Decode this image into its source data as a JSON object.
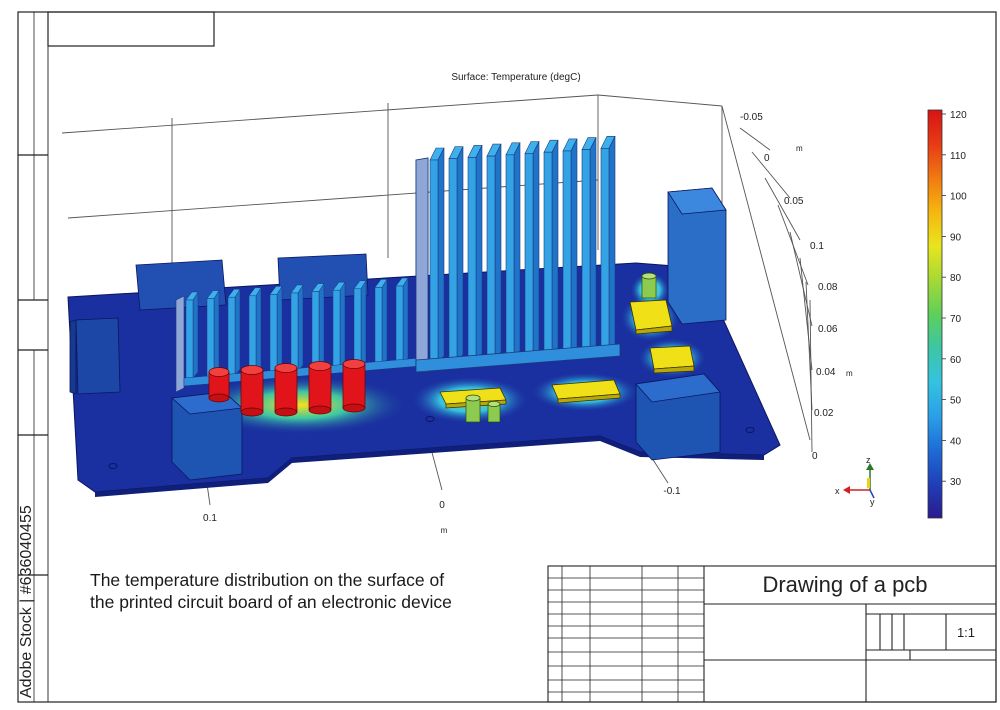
{
  "plot": {
    "title": "Surface: Temperature (degC)",
    "x_axis": {
      "unit": "m",
      "ticks": [
        "0.1",
        "0",
        "-0.1"
      ]
    },
    "y_axis": {
      "unit": "m",
      "ticks": [
        "-0.05",
        "0",
        "0.05",
        "0.1"
      ]
    },
    "z_axis": {
      "unit": "m",
      "ticks": [
        "0.08",
        "0.06",
        "0.04",
        "0.02",
        "0"
      ]
    },
    "triad": {
      "z": "z",
      "x": "x",
      "y": "y"
    }
  },
  "colorbar": {
    "min": 20,
    "max": 120,
    "ticks": [
      "120",
      "110",
      "100",
      "90",
      "80",
      "70",
      "60",
      "50",
      "40",
      "30"
    ],
    "colors": [
      "#2b1a8e",
      "#1f3fb8",
      "#1e6cd6",
      "#2aa0e8",
      "#35c2e0",
      "#3cc6a5",
      "#5fcf5a",
      "#a6d935",
      "#e8e51c",
      "#f5b70f",
      "#f07a12",
      "#e83a14",
      "#d61414"
    ]
  },
  "palette": {
    "board": "#1a2fa0",
    "heatsink": "#34a3e6",
    "block": "#1e4ea8",
    "hot": "#e0141a",
    "warm": "#f3e21c",
    "green": "#7ec84a"
  },
  "caption": {
    "line1": "The temperature distribution on the surface of",
    "line2": "the printed circuit board of an electronic device"
  },
  "title_block": {
    "drawing_title": "Drawing of a pcb",
    "scale": "1:1"
  },
  "watermark": "Adobe Stock | #636040455"
}
